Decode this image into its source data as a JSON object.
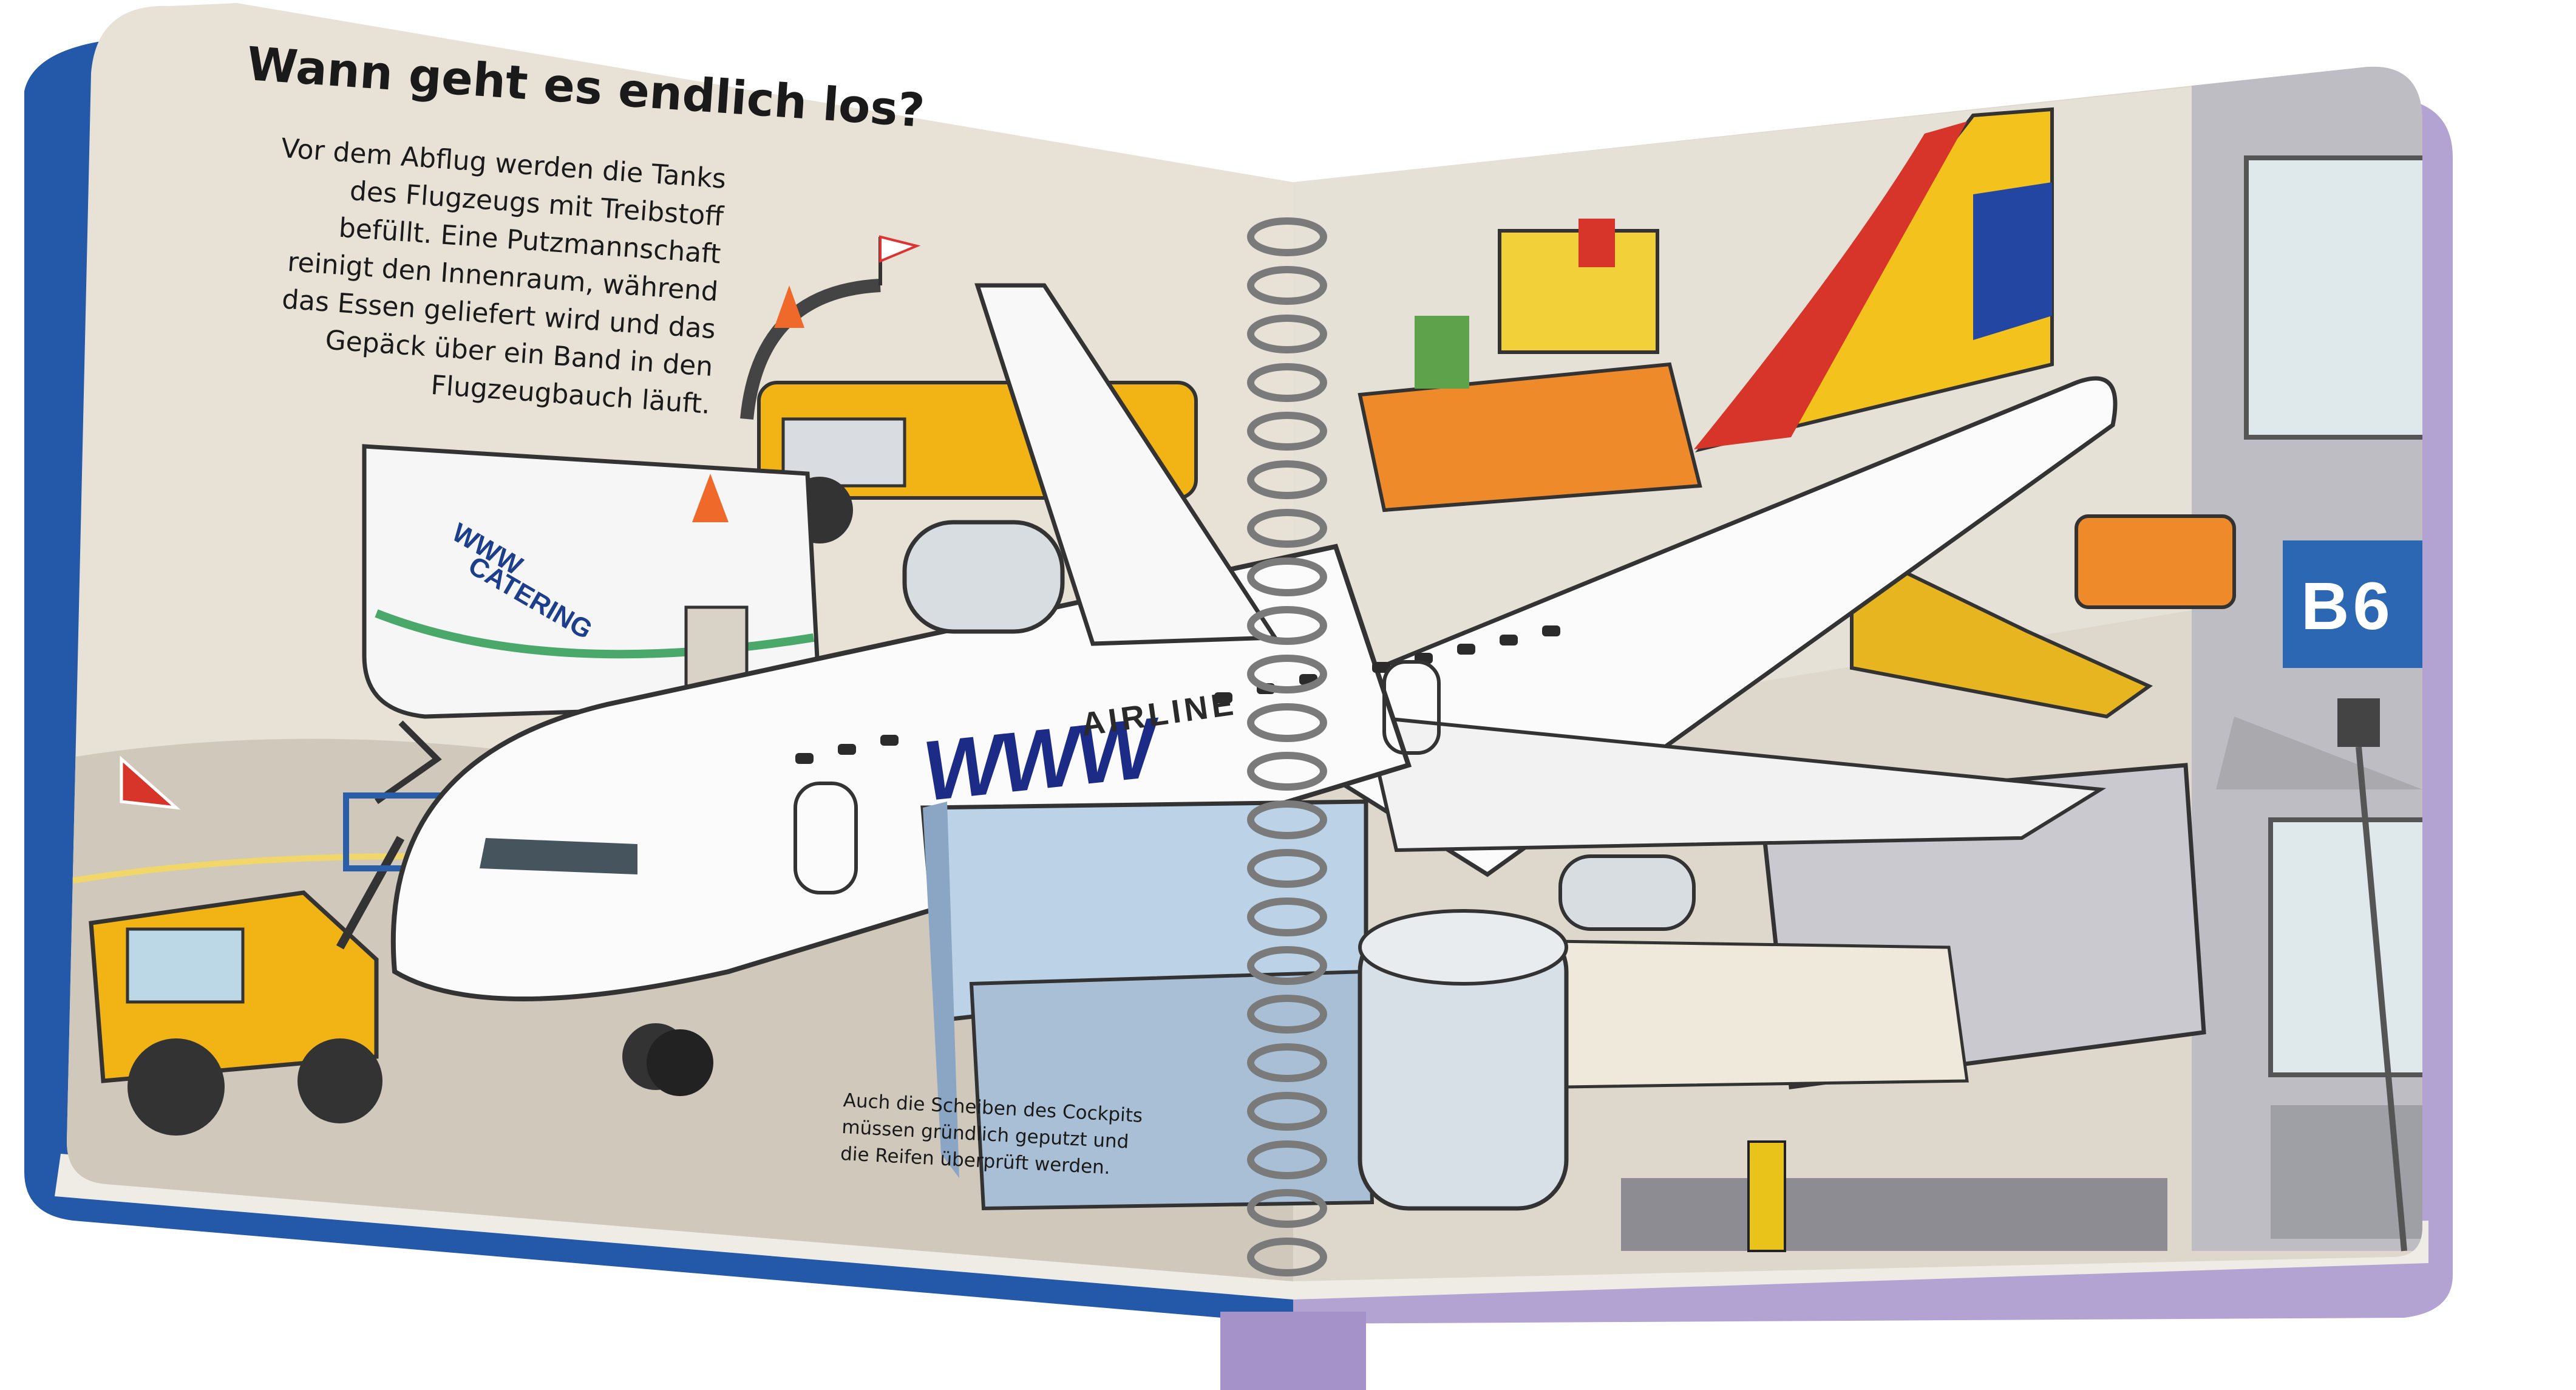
{
  "left_page": {
    "heading": "Wann geht es endlich los?",
    "paragraph_lines": [
      "Vor dem Abflug werden die Tanks",
      "des Flugzeugs mit Treibstoff",
      "befüllt. Eine Putzmannschaft",
      "reinigt den Innenraum, während",
      "das Essen geliefert wird und das",
      "Gepäck über ein Band in den",
      "Flugzeugbauch läuft."
    ],
    "caption_lines": [
      "Auch die Scheiben des Cockpits",
      "müssen gründlich geputzt und",
      "die Reifen überprüft werden."
    ]
  },
  "illustration": {
    "gate_sign": "B6",
    "plane_logo": "WWW",
    "plane_airline": "AIRLINE",
    "catering_logo": "WWW",
    "catering_name": "CATERING"
  },
  "colors": {
    "page_bg": "#e7e1d6",
    "tarmac": "#cfc8bb",
    "terminal": "#bdbdc3",
    "cover_blue": "#2458a8",
    "cover_purple": "#a592c8",
    "gate_blue": "#2c67b3",
    "plane_white": "#fbfbfb",
    "tail_red": "#d8352a",
    "tail_yellow": "#f4c21c",
    "tail_blue": "#2346a3",
    "vehicle_yellow": "#f2b315",
    "vehicle_orange": "#ef8a2a"
  }
}
